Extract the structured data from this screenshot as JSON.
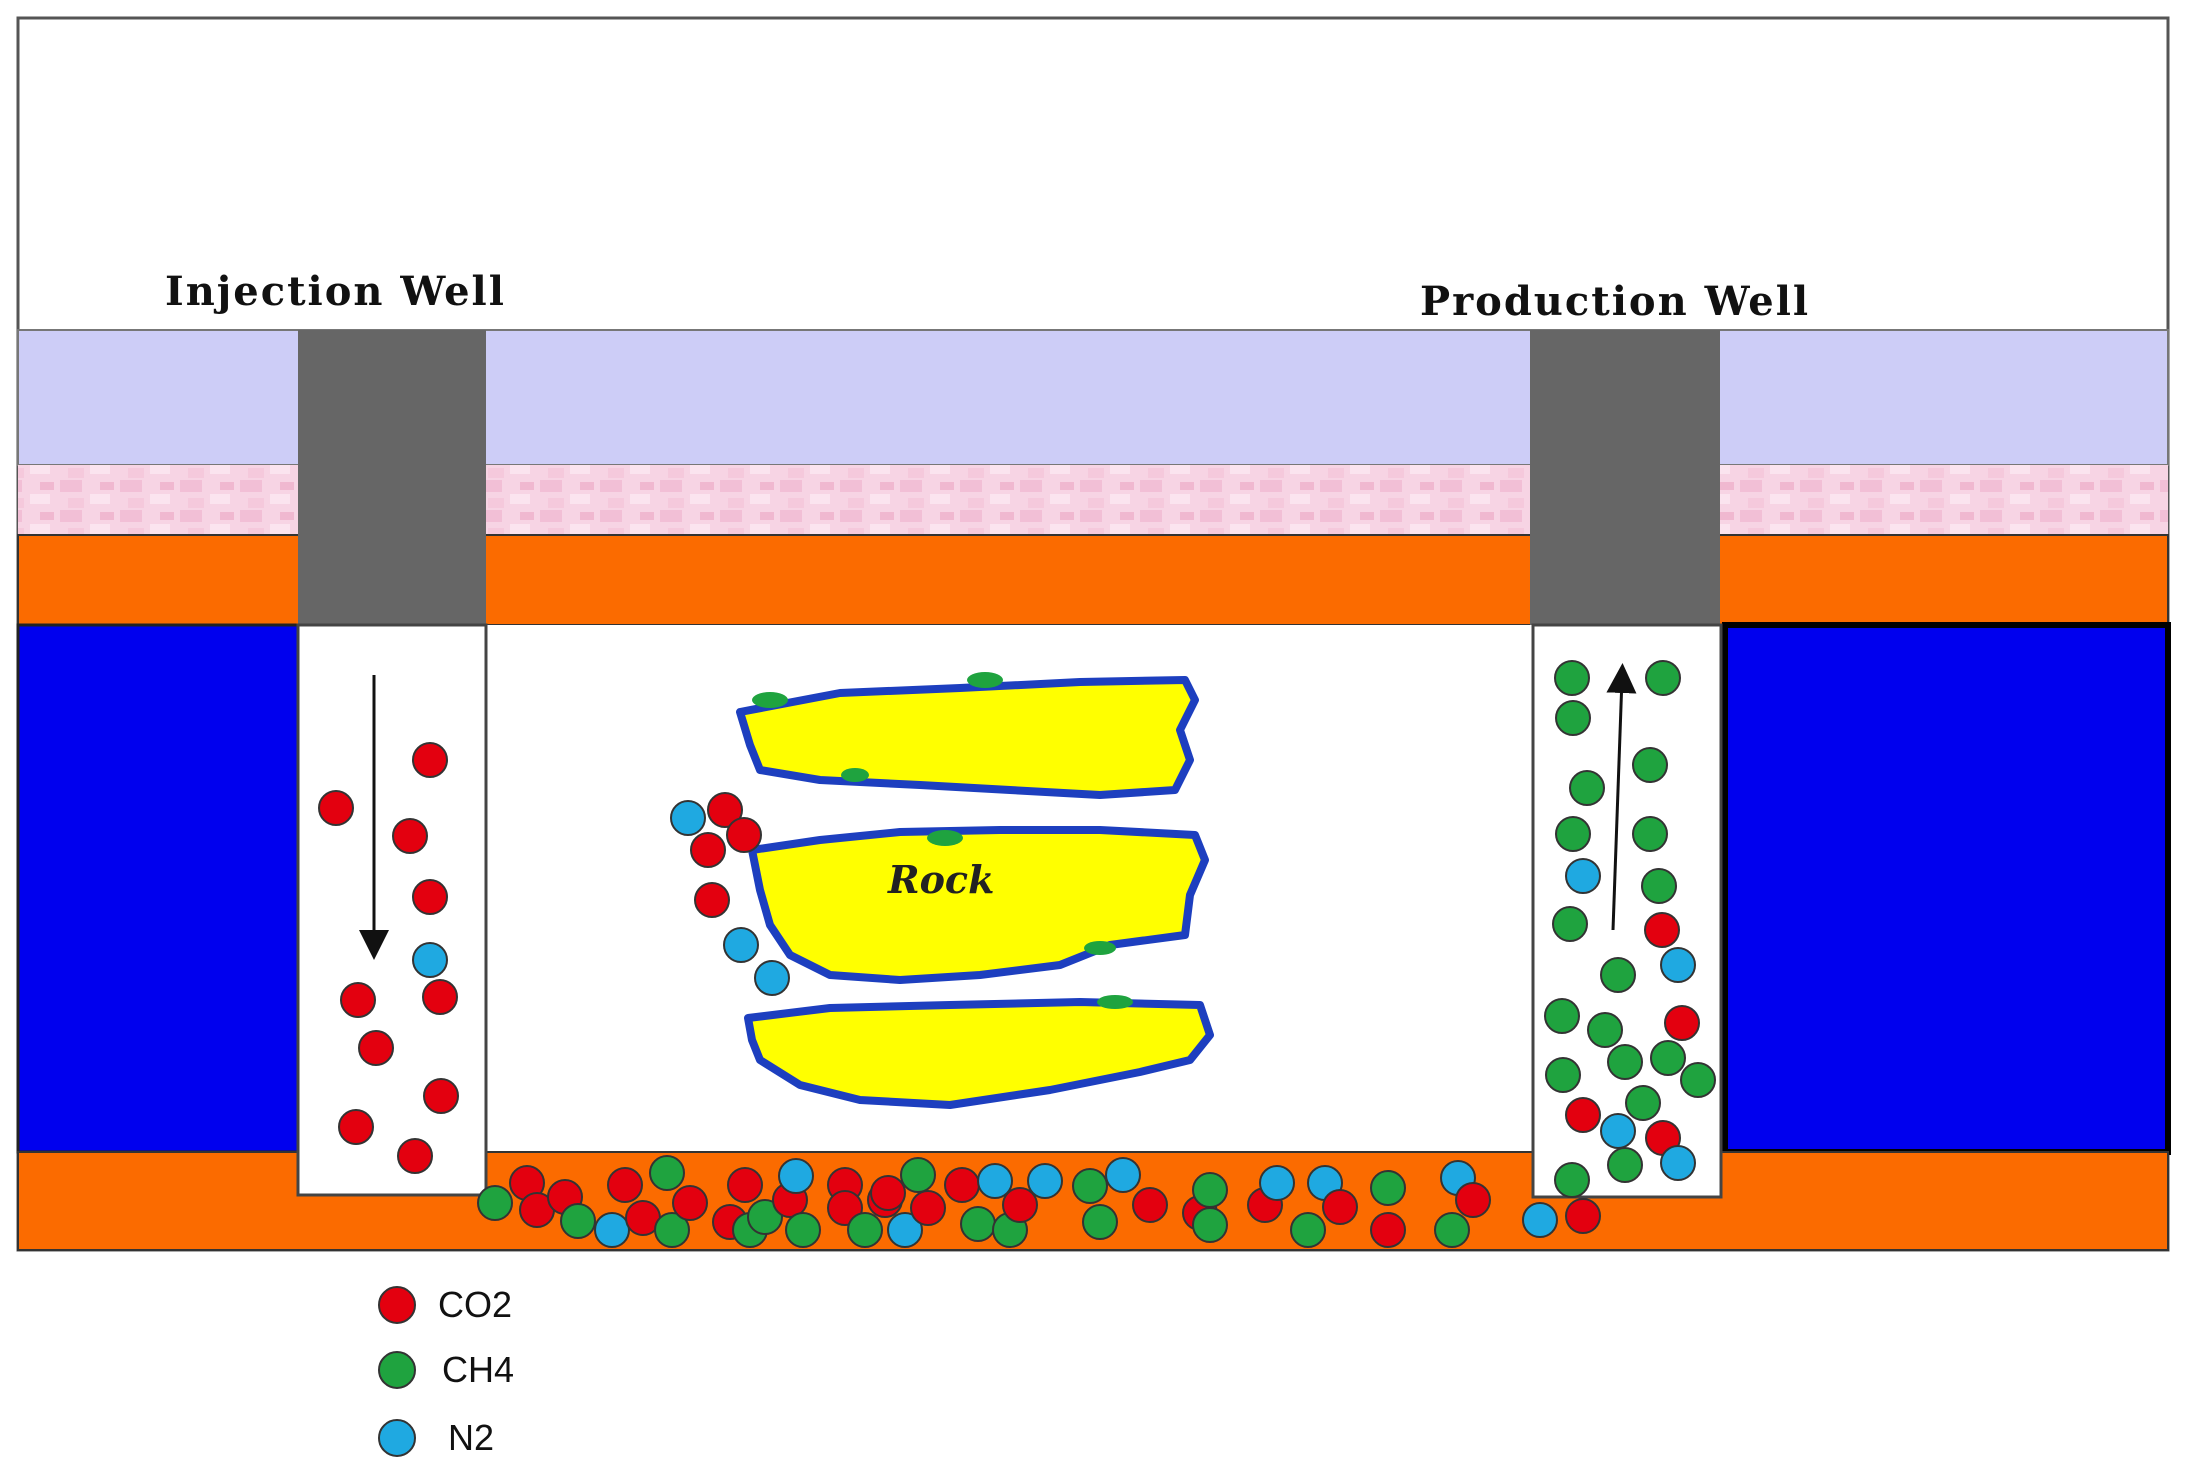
{
  "labels": {
    "injection_well": "Injection  Well",
    "production_well": "Production Well",
    "rock": "Rock"
  },
  "legend": [
    {
      "label": "CO2",
      "color": "#e3000f"
    },
    {
      "label": "CH4",
      "color": "#1fa33f"
    },
    {
      "label": "N2",
      "color": "#1fa9e1"
    }
  ],
  "colors": {
    "caprock": "#cdcdf7",
    "pink_layer": "#f6d2e3",
    "orange_layer": "#fb6b00",
    "aquifer": "#0000ee",
    "well_casing": "#666666",
    "rock": "#ffff00",
    "rock_outline": "#1d3fbf"
  }
}
